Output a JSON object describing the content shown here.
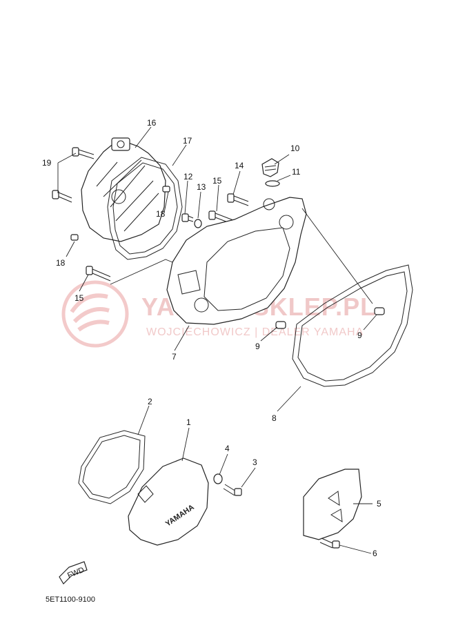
{
  "watermark": {
    "line1": "YAMAHASKLEP.PL",
    "line2": "WOJCIECHOWICZ | DEALER YAMAHA"
  },
  "diagram_code": "5ET1100-9100",
  "fwd_text": "FWD",
  "cover_brand": "YAMAHA",
  "callouts": [
    {
      "id": "c1",
      "text": "1"
    },
    {
      "id": "c2",
      "text": "2"
    },
    {
      "id": "c3",
      "text": "3"
    },
    {
      "id": "c4",
      "text": "4"
    },
    {
      "id": "c5",
      "text": "5"
    },
    {
      "id": "c6",
      "text": "6"
    },
    {
      "id": "c7",
      "text": "7"
    },
    {
      "id": "c8",
      "text": "8"
    },
    {
      "id": "c9a",
      "text": "9"
    },
    {
      "id": "c9b",
      "text": "9"
    },
    {
      "id": "c10",
      "text": "10"
    },
    {
      "id": "c11",
      "text": "11"
    },
    {
      "id": "c12",
      "text": "12"
    },
    {
      "id": "c13",
      "text": "13"
    },
    {
      "id": "c14",
      "text": "14"
    },
    {
      "id": "c15a",
      "text": "15"
    },
    {
      "id": "c15b",
      "text": "15"
    },
    {
      "id": "c16",
      "text": "16"
    },
    {
      "id": "c17",
      "text": "17"
    },
    {
      "id": "c18a",
      "text": "18"
    },
    {
      "id": "c18b",
      "text": "18"
    },
    {
      "id": "c19",
      "text": "19"
    }
  ]
}
